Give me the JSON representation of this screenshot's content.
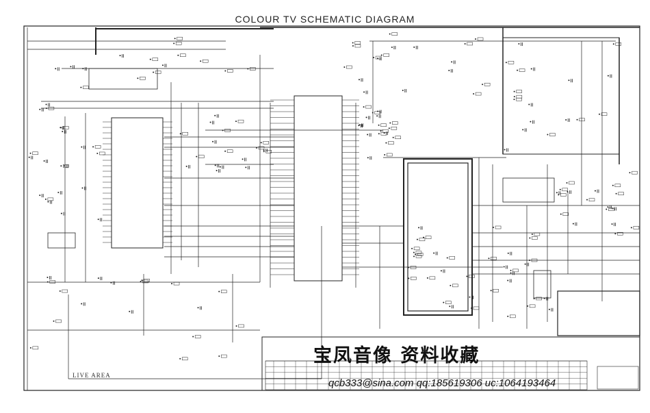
{
  "diagram": {
    "title": "COLOUR TV SCHEMATIC  DIAGRAM",
    "live_area_label": "LIVE AREA",
    "collection_text": "宝凤音像  资料收藏",
    "contact_watermark": "qcb333@sina.com qq:185619306 uc:1064193464"
  }
}
